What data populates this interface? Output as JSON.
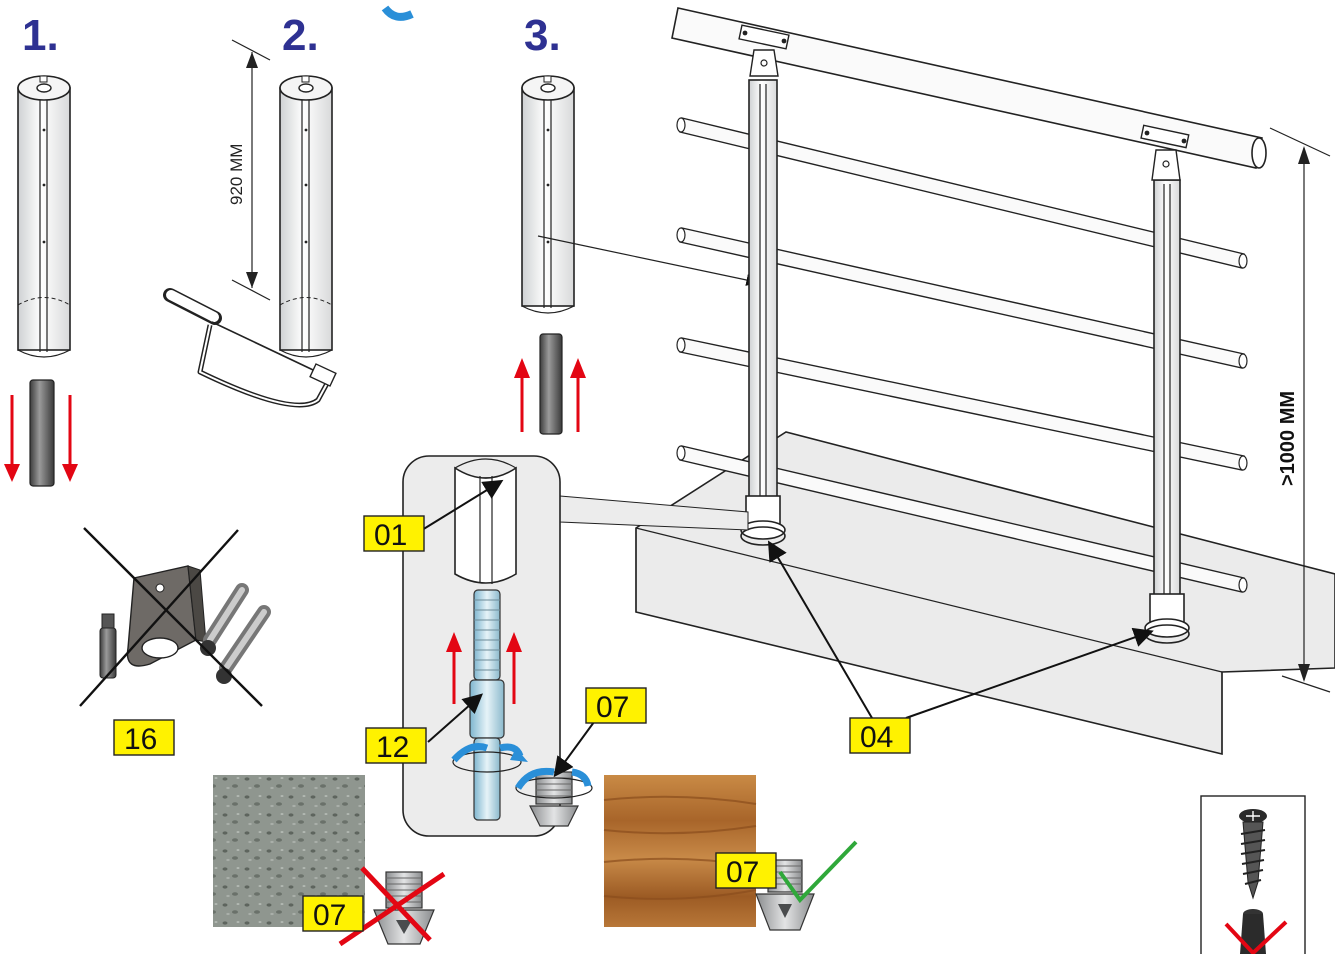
{
  "steps": {
    "s1": "1.",
    "s2": "2.",
    "s3": "3."
  },
  "dimensions": {
    "cut_length": "920 MM",
    "rail_height": ">1000 MM"
  },
  "part_labels": {
    "p01": "01",
    "p04": "04",
    "p07_detail": "07",
    "p07_concrete": "07",
    "p07_wood": "07",
    "p12": "12",
    "p16": "16"
  },
  "colors": {
    "step_blue": "#2e3192",
    "label_yellow": "#fff200",
    "arrow_red": "#e30613",
    "rotate_blue": "#2a8fd8",
    "check_green": "#2fa83a",
    "cross_red": "#e30613",
    "detail_panel": "#ececec",
    "floor_gray": "#ebebeb"
  },
  "icons": [
    "saw-icon",
    "red-arrow-down-icon",
    "red-arrow-up-icon",
    "rotate-arrow-icon",
    "check-icon",
    "cross-icon",
    "wood-screw-icon",
    "wall-plug-icon"
  ]
}
